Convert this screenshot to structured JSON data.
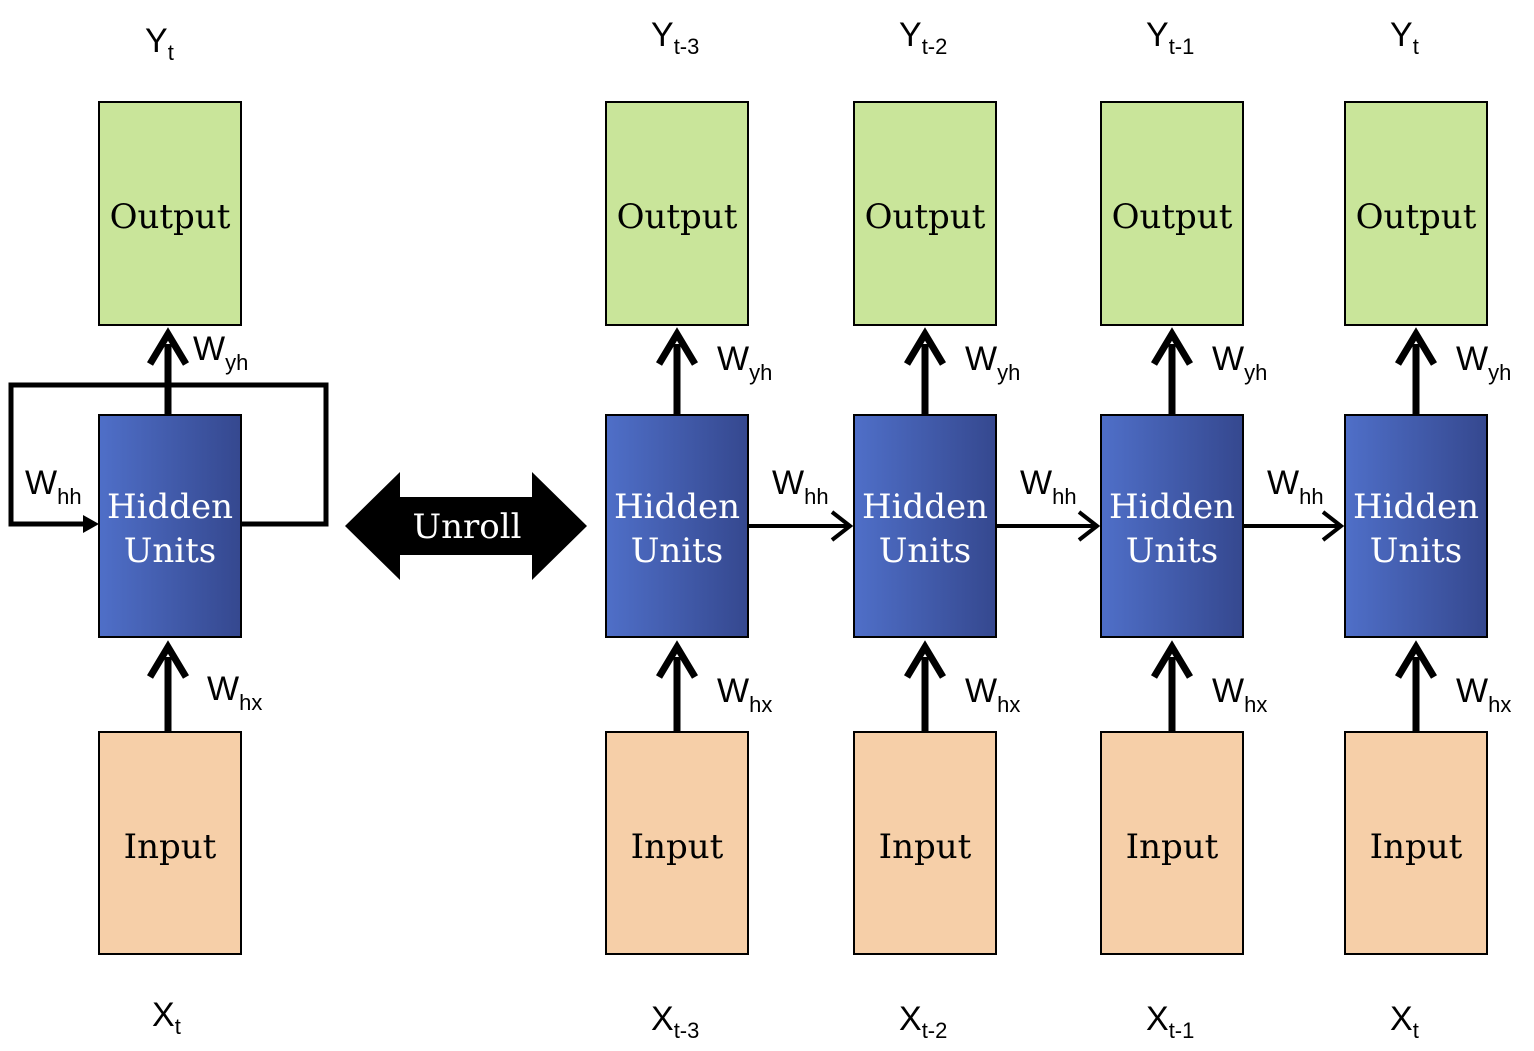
{
  "colors": {
    "output_fill": "#c9e59a",
    "hidden_fill_light": "#4f6fc8",
    "hidden_fill_dark": "#35488f",
    "input_fill": "#f6cfa8",
    "stroke": "#000000"
  },
  "folded": {
    "output_label": "Output",
    "hidden_label_line1": "Hidden",
    "hidden_label_line2": "Units",
    "input_label": "Input",
    "y_main": "Y",
    "y_sub": "t",
    "x_main": "X",
    "x_sub": "t",
    "w_yh_main": "W",
    "w_yh_sub": "yh",
    "w_hh_main": "W",
    "w_hh_sub": "hh",
    "w_hx_main": "W",
    "w_hx_sub": "hx"
  },
  "unroll_label": "Unroll",
  "unrolled": {
    "output_label": "Output",
    "hidden_label_line1": "Hidden",
    "hidden_label_line2": "Units",
    "input_label": "Input",
    "w_main": "W",
    "w_yh_sub": "yh",
    "w_hx_sub": "hx",
    "w_hh_sub": "hh",
    "steps": [
      {
        "y_main": "Y",
        "y_sub": "t-3",
        "x_main": "X",
        "x_sub": "t-3"
      },
      {
        "y_main": "Y",
        "y_sub": "t-2",
        "x_main": "X",
        "x_sub": "t-2"
      },
      {
        "y_main": "Y",
        "y_sub": "t-1",
        "x_main": "X",
        "x_sub": "t-1"
      },
      {
        "y_main": "Y",
        "y_sub": "t",
        "x_main": "X",
        "x_sub": "t"
      }
    ]
  }
}
